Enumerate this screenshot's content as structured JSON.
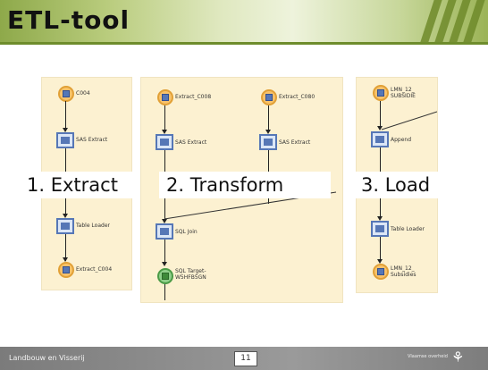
{
  "header": {
    "title": "ETL-tool"
  },
  "panels": {
    "extract": {
      "label": "1. Extract",
      "nodes": [
        {
          "label": "C004"
        },
        {
          "label": "SAS Extract"
        },
        {
          "label": "Table Loader"
        },
        {
          "label": "Extract_C004"
        }
      ]
    },
    "transform": {
      "label": "2. Transform",
      "nodes": [
        {
          "label": "Extract_C008"
        },
        {
          "label": "Extract_C080"
        },
        {
          "label": "SAS Extract"
        },
        {
          "label": "SAS Extract"
        },
        {
          "label": "SQL Join"
        },
        {
          "label": "SQL Target-\nW5HFB5GN"
        }
      ]
    },
    "load": {
      "label": "3. Load",
      "nodes": [
        {
          "label": "LMN_12_\nSUBSIDIE"
        },
        {
          "label": "Append"
        },
        {
          "label": "Table Loader"
        },
        {
          "label": "LMN_12_\nSubsidies"
        }
      ]
    }
  },
  "footer": {
    "org": "Landbouw en Visserij",
    "page": "11",
    "brand": "Vlaamse overheid"
  },
  "icons": [
    "lion-logo-icon"
  ],
  "colors": {
    "header_green": "#8ea94a",
    "panel_bg": "#fcf1d1",
    "footer_gray": "#8a8a8a"
  }
}
